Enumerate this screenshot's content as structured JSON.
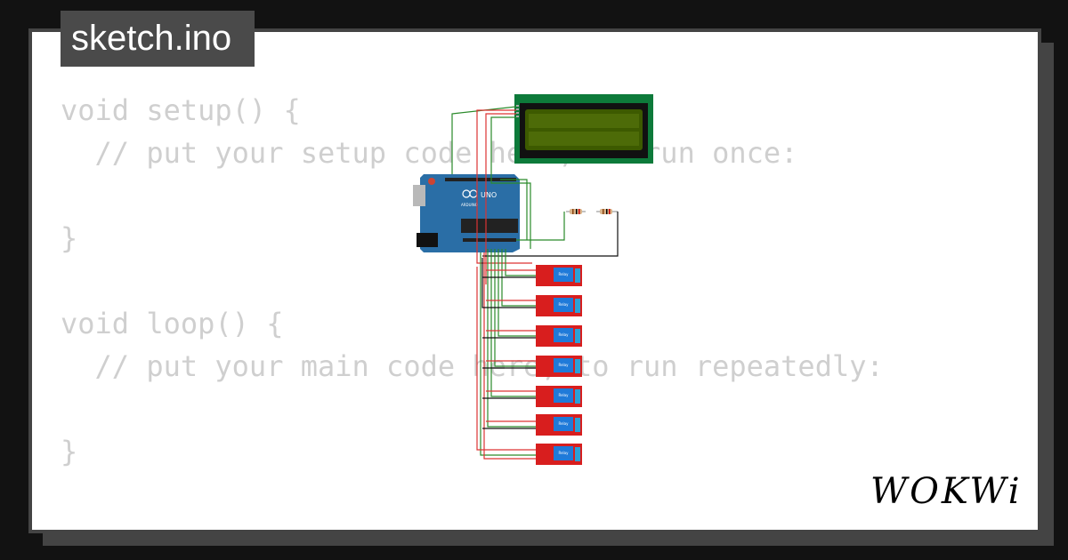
{
  "file_tab": {
    "label": "sketch.ino"
  },
  "code": {
    "lines": [
      "void setup() {",
      "  // put your setup code here, to run once:",
      "",
      "}",
      "",
      "void loop() {",
      "  // put your main code here, to run repeatedly:",
      "",
      "}"
    ]
  },
  "circuit": {
    "lcd": {
      "screen_color": "#3d5a00",
      "pcb_color": "#0d7a3a"
    },
    "board": {
      "label": "UNO",
      "brand": "ARDUINO",
      "color": "#2a6ea6"
    },
    "relays": {
      "count": 7,
      "label": "Relay",
      "color": "#d81e1e"
    },
    "resistors": {
      "count": 2
    }
  },
  "brand": {
    "logo_text": "WOKWi"
  }
}
